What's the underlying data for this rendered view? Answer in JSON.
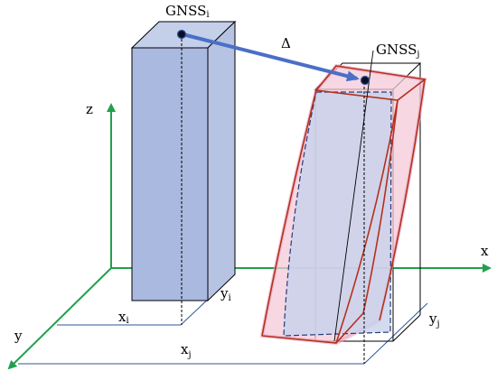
{
  "labels": {
    "gnss_i_main": "GNSS",
    "gnss_i_sub": "i",
    "gnss_j_main": "GNSS",
    "gnss_j_sub": "j",
    "delta": "Δ",
    "axis_x": "x",
    "axis_y": "y",
    "axis_z": "z",
    "xi_main": "x",
    "xi_sub": "i",
    "yi_main": "y",
    "yi_sub": "i",
    "xj_main": "x",
    "xj_sub": "j",
    "yj_main": "y",
    "yj_sub": "j"
  },
  "colors": {
    "axis": "#22a04b",
    "column_fill": "#a9b9df",
    "column_side": "#b7c3e2",
    "deformed_outline": "#b5301f",
    "deformed_fill": "#f3c9d8",
    "displacement_arrow": "#4a6fc7",
    "dimension_line": "#2f5597"
  }
}
